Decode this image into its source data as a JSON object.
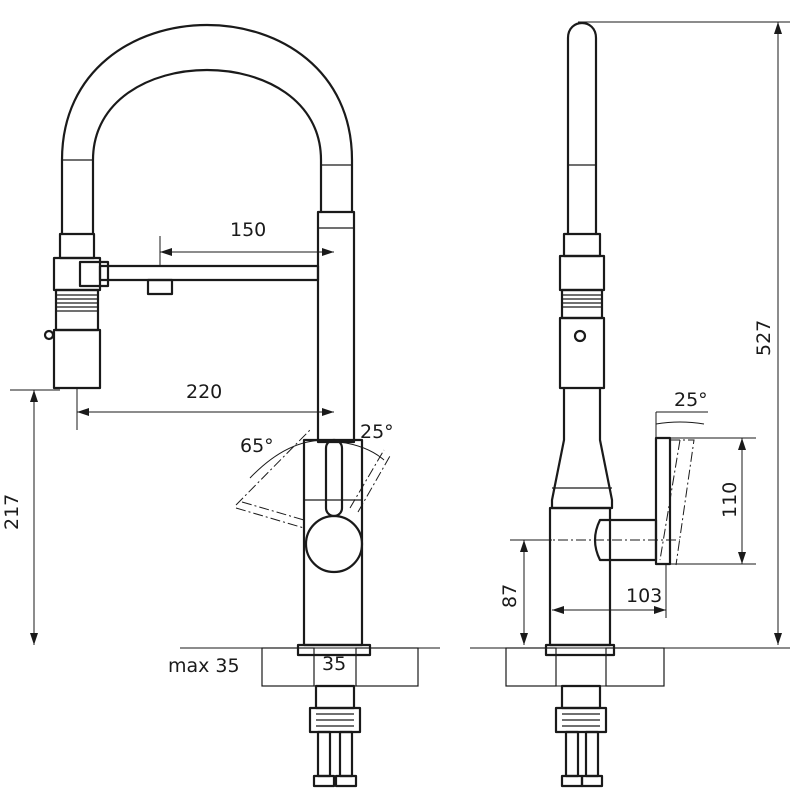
{
  "dimensions": {
    "pullout_length": "150",
    "spout_reach": "220",
    "lever_angle_left": "65°",
    "lever_angle_right": "25°",
    "aerator_height": "217",
    "max_countertop": "max 35",
    "mount_diameter": "35",
    "side_angle": "25°",
    "total_height": "527",
    "lever_height": "110",
    "body_height": "87",
    "lever_depth": "103"
  }
}
